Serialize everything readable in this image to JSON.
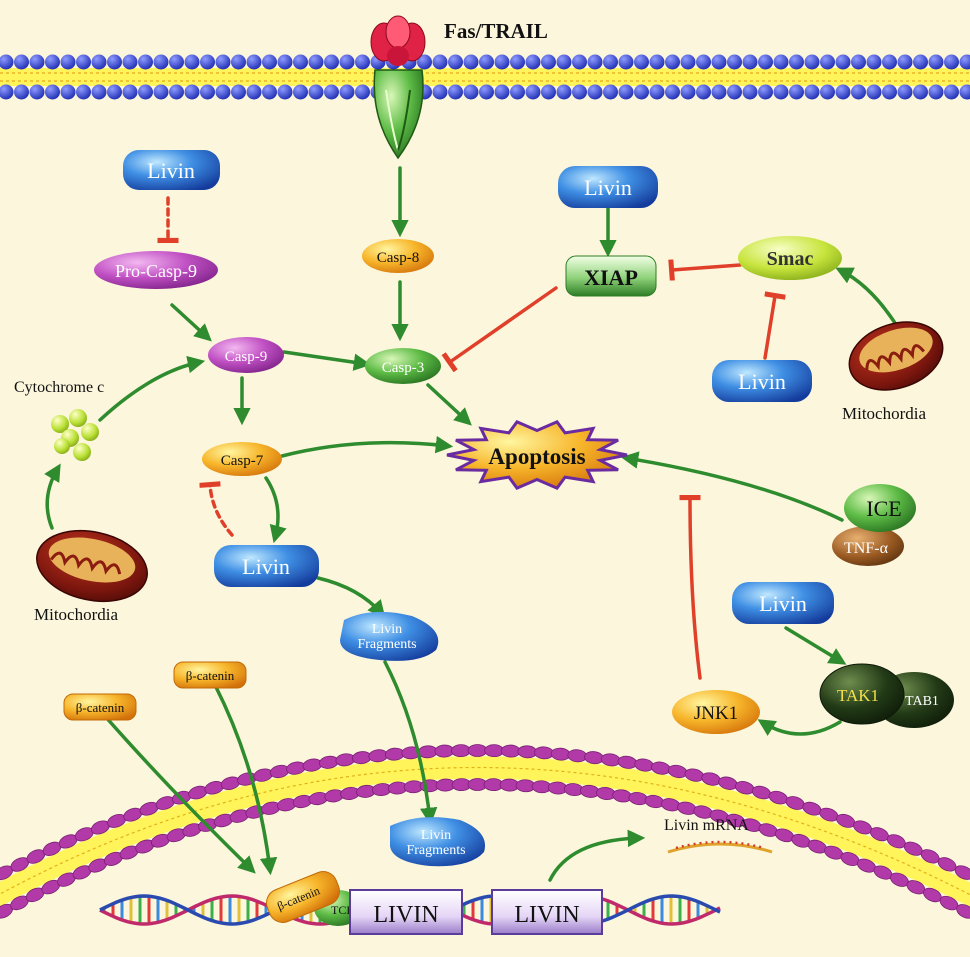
{
  "labels": {
    "receptor": "Fas/TRAIL",
    "livin": "Livin",
    "pro_casp9": "Pro-Casp-9",
    "casp9": "Casp-9",
    "casp8": "Casp-8",
    "casp3": "Casp-3",
    "casp7": "Casp-7",
    "xiap": "XIAP",
    "smac": "Smac",
    "mitochondria": "Mitochordia",
    "cytochrome_c": "Cytochrome c",
    "apoptosis": "Apoptosis",
    "ice": "ICE",
    "tnf": "TNF-α",
    "tak1": "TAK1",
    "tab1": "TAB1",
    "jnk1": "JNK1",
    "livin_fragments_line1": "Livin",
    "livin_fragments_line2": "Fragments",
    "beta_catenin": "β-catenin",
    "tcf": "TCF",
    "livin_gene": "LIVIN",
    "livin_mrna": "Livin mRNA"
  },
  "colors": {
    "activation_arrow": "#2e8b2e",
    "inhibition_line": "#e0402a",
    "livin_blue": "#2a5fc4",
    "casp_orange": "#f5a41e",
    "casp_purple": "#b04ab8",
    "casp3_green": "#4fae3c",
    "xiap_green": "#3c9a2e",
    "smac_lime": "#b7dc2a",
    "membrane_blue": "#3b4fd0",
    "nuclear_magenta": "#b23aa8",
    "apoptosis_star": "#f5a41e"
  }
}
